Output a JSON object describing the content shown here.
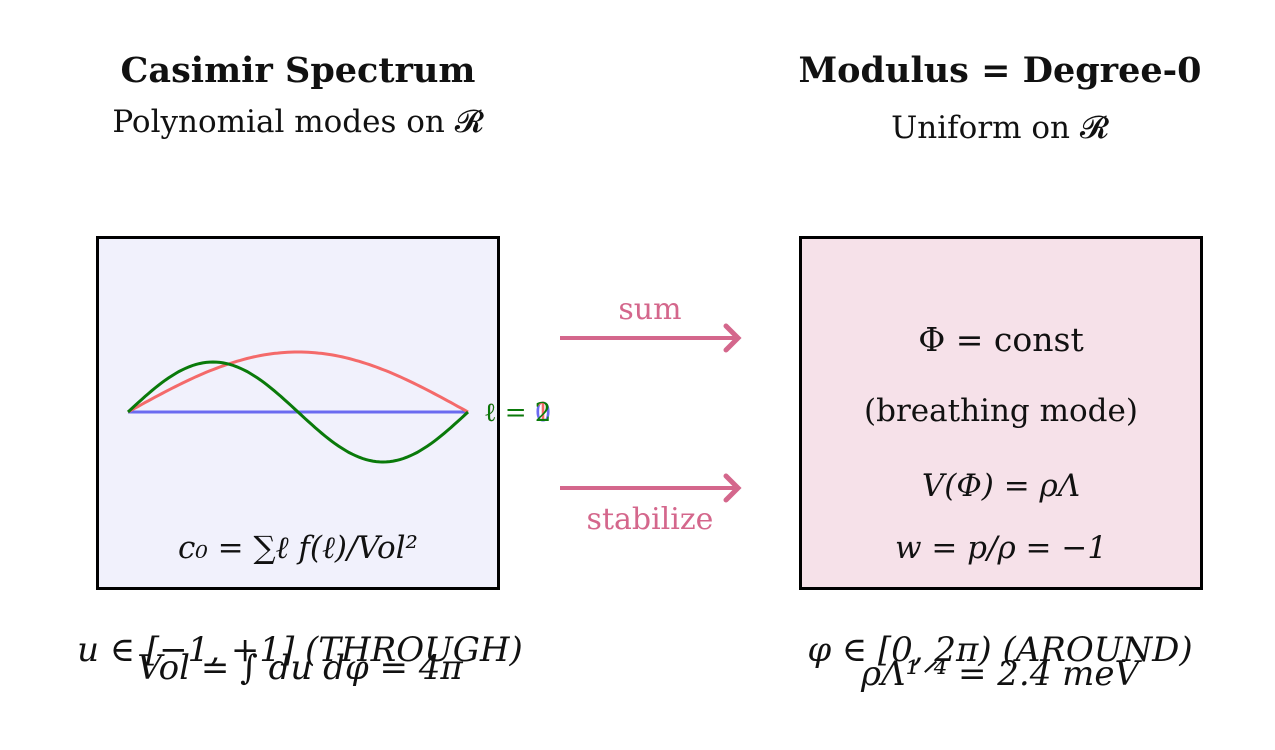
{
  "left": {
    "title": "Casimir Spectrum",
    "subtitle": "Polynomial modes on 𝓡",
    "formula": "c₀ = ∑ℓ f(ℓ)/Vol²",
    "mode_labels": [
      "ℓ = 0",
      "ℓ = 1",
      "ℓ = 2"
    ],
    "footer_1": "u ∈ [−1, +1] (THROUGH)",
    "footer_2": "Vol = ∫ du dφ = 4π"
  },
  "right": {
    "title": "Modulus = Degree-0",
    "subtitle": "Uniform on 𝓡",
    "line_1": "Φ = const",
    "line_2": "(breathing mode)",
    "line_3": "V(Φ) = ρΛ",
    "line_4": "w = p/ρ = −1",
    "footer_1": "φ ∈ [0, 2π) (AROUND)",
    "footer_2": "ρΛ¹ᐟ⁴ = 2.4 meV"
  },
  "arrows": {
    "top_label": "sum",
    "bottom_label": "stabilize"
  },
  "colors": {
    "mode_0": "#6b6bf0",
    "mode_1": "#f46a6a",
    "mode_2": "#0a7a0a",
    "arrow": "#d4678c",
    "left_box": "#f1f1fc",
    "right_box": "#f6e1e9"
  }
}
